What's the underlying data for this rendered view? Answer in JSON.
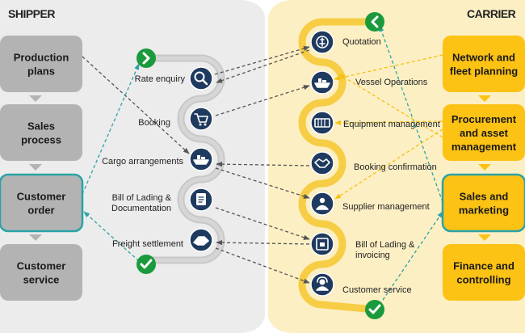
{
  "panels": {
    "shipper_title": "SHIPPER",
    "carrier_title": "CARRIER"
  },
  "shipper_boxes": [
    {
      "lines": [
        "Production",
        "plans"
      ],
      "highlight": false
    },
    {
      "lines": [
        "Sales",
        "process"
      ],
      "highlight": false
    },
    {
      "lines": [
        "Customer",
        "order"
      ],
      "highlight": true
    },
    {
      "lines": [
        "Customer",
        "service"
      ],
      "highlight": false
    }
  ],
  "carrier_boxes": [
    {
      "lines": [
        "Network and",
        "fleet planning"
      ],
      "highlight": false
    },
    {
      "lines": [
        "Procurement",
        "and asset",
        "management"
      ],
      "highlight": false
    },
    {
      "lines": [
        "Sales and",
        "marketing"
      ],
      "highlight": true
    },
    {
      "lines": [
        "Finance and",
        "controlling"
      ],
      "highlight": false
    }
  ],
  "shipper_steps": [
    {
      "label": [
        "Rate enquiry"
      ],
      "icon": "search-icon"
    },
    {
      "label": [
        "Booking"
      ],
      "icon": "cart-icon"
    },
    {
      "label": [
        "Cargo arrangements"
      ],
      "icon": "ship-icon"
    },
    {
      "label": [
        "Bill of Lading &",
        "Documentation"
      ],
      "icon": "document-icon"
    },
    {
      "label": [
        "Freight settlement"
      ],
      "icon": "payment-icon"
    }
  ],
  "carrier_steps": [
    {
      "label": [
        "Quotation"
      ],
      "icon": "quotation-icon"
    },
    {
      "label": [
        "Vessel Operations"
      ],
      "icon": "vessel-icon"
    },
    {
      "label": [
        "Equipment management"
      ],
      "icon": "container-icon"
    },
    {
      "label": [
        "Booking confirmation"
      ],
      "icon": "handshake-icon"
    },
    {
      "label": [
        "Supplier management"
      ],
      "icon": "supplier-icon"
    },
    {
      "label": [
        "Bill of Lading &",
        "invoicing"
      ],
      "icon": "invoice-icon"
    },
    {
      "label": [
        "Customer service"
      ],
      "icon": "service-icon"
    }
  ],
  "colors": {
    "shipper_panel": "#ececec",
    "carrier_panel": "#fcefc4",
    "grey_box": "#b3b3b3",
    "yellow_box": "#fcc214",
    "navy": "#1f3a5f",
    "teal": "#2aa3a6",
    "green": "#1a9a3c",
    "grey_arrow": "#555555",
    "yellow_arrow": "#f5c10e"
  }
}
